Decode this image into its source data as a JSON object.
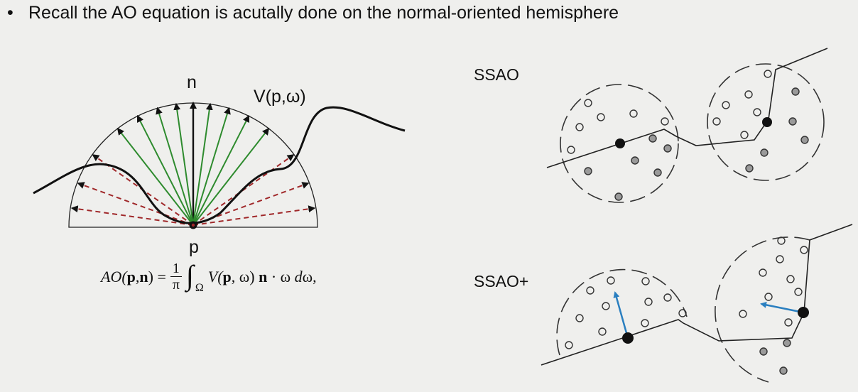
{
  "bullet": {
    "marker": "•",
    "text": "Recall the AO equation is acutally done on the normal-oriented hemisphere"
  },
  "hemisphere_diagram": {
    "normal_label": "n",
    "point_label": "p",
    "visibility_label": "V(p,ω)",
    "visible_ray_color": "#2e8b2e",
    "occluded_ray_color": "#a0282a"
  },
  "formula": {
    "lhs": "AO(",
    "p": "p",
    "comma": ",",
    "n": "n",
    "rhs_eq": ") =",
    "frac_num": "1",
    "frac_den": "π",
    "integral": "∫",
    "domain": "Ω",
    "v": "V(",
    "p2": "p",
    "omega": ", ω)",
    "n2": "n",
    "tail": "· ω",
    "d": "d",
    "end": "ω,"
  },
  "ssao": {
    "label": "SSAO",
    "plus_label": "SSAO+",
    "sample_fill": "#9a9a9a",
    "normal_color": "#2a7fc0"
  }
}
